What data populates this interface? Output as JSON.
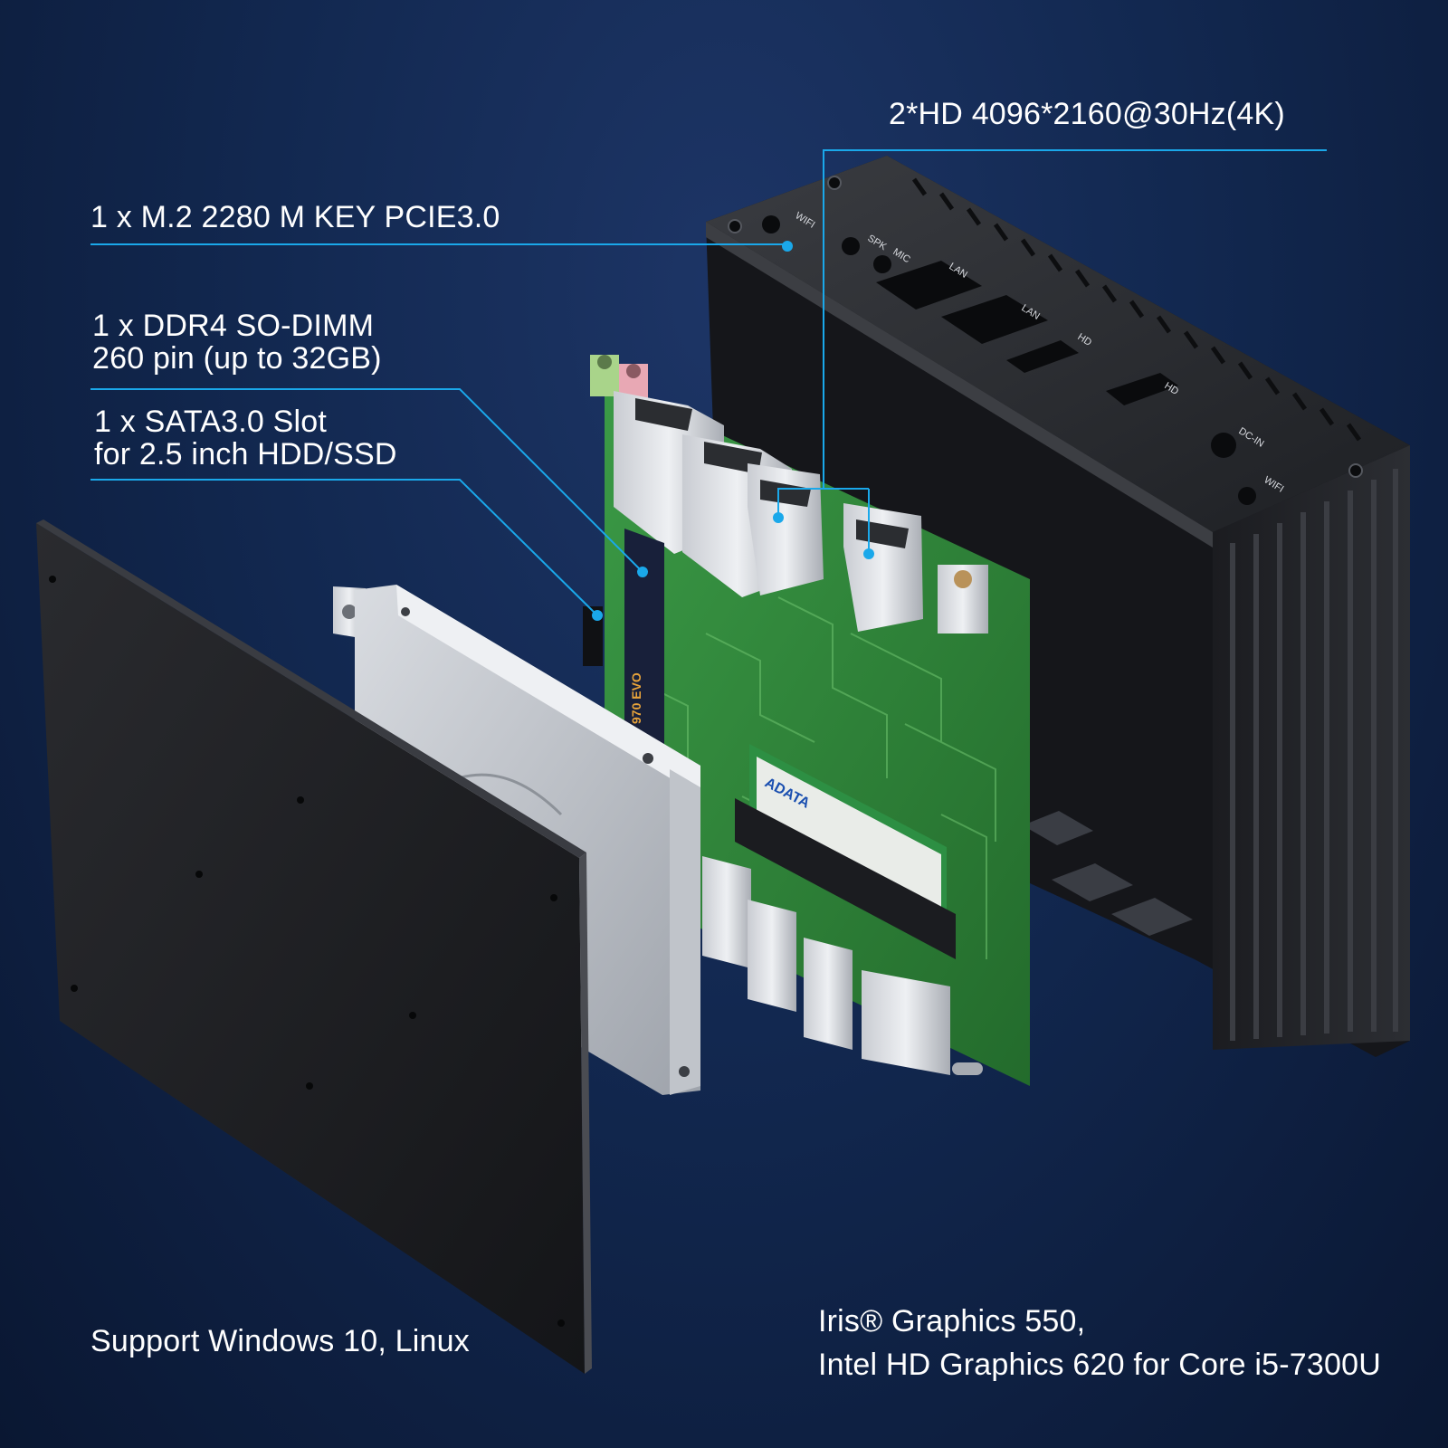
{
  "callouts": {
    "hdmi": "2*HD 4096*2160@30Hz(4K)",
    "m2": "1 x M.2 2280 M KEY PCIE3.0",
    "ddr4": [
      "1 x DDR4 SO-DIMM",
      "260 pin (up to 32GB)"
    ],
    "sata": [
      "1 x SATA3.0 Slot",
      "for 2.5 inch HDD/SSD"
    ],
    "os": "Support Windows 10, Linux",
    "graphics": [
      "Iris® Graphics 550,",
      "Intel HD Graphics 620 for Core i5-7300U"
    ]
  },
  "case_labels": [
    "WIFI",
    "SPK",
    "MIC",
    "LAN",
    "LAN",
    "HD",
    "HD",
    "DC-IN",
    "WIFI"
  ],
  "component_labels": {
    "ram_brand": "ADATA",
    "ssd_text": "970 EVO"
  },
  "colors": {
    "callout_line": "#1aa8ea",
    "background": "#122850",
    "pcb": "#2f8a3a",
    "case": "#2a2c30"
  }
}
